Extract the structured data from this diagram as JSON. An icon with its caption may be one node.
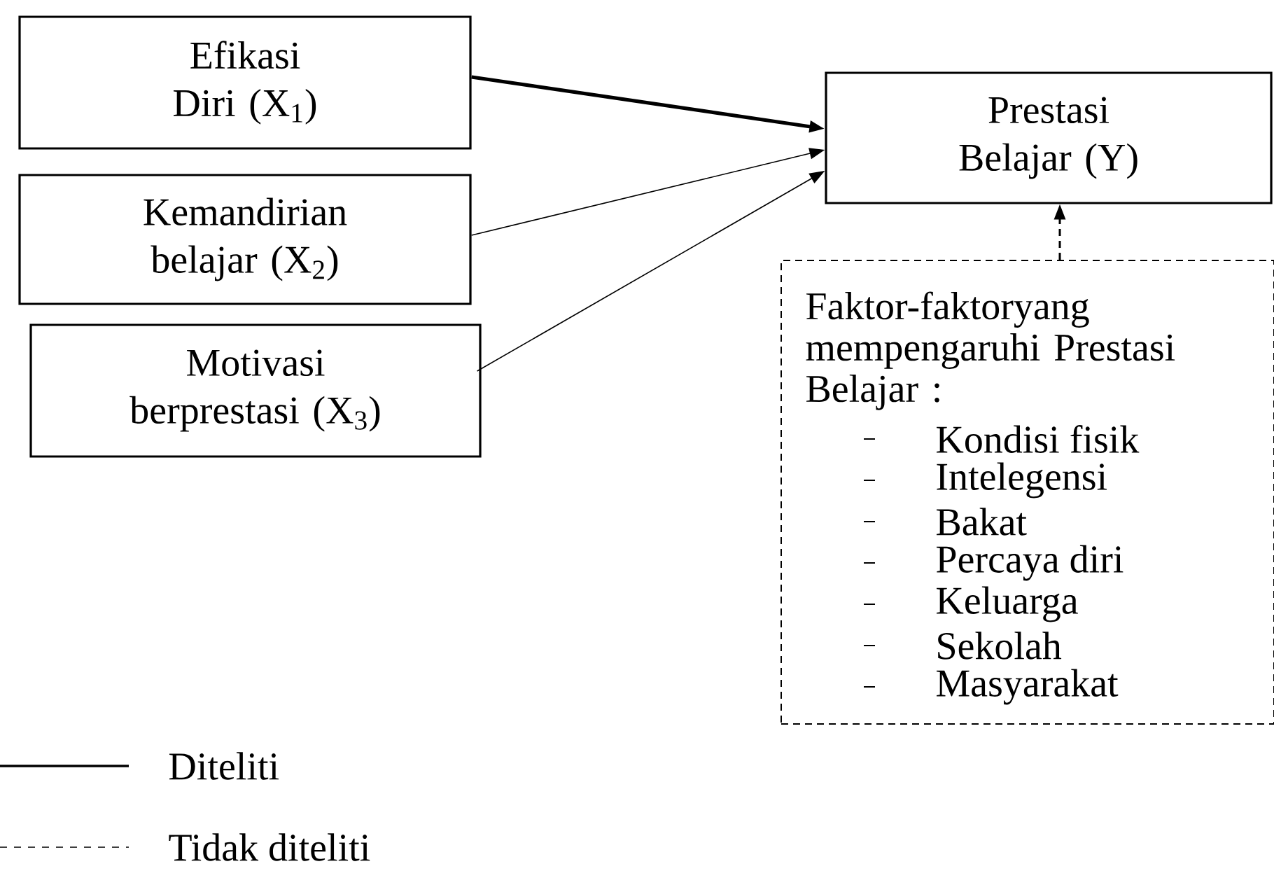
{
  "diagram": {
    "nodes": [
      {
        "text": [
          "Efikasi Diri (X$_{1}$)"
        ]
      },
      {
        "text": [
          "Kemandirian belajar (X$_{2}$)"
        ]
      },
      {
        "text": [
          "Motivasi berprestasi (X$_{3}$)"
        ]
      },
      {
        "text": [
          "Prestasi Belajar (Y)"
        ]
      },
      {
        "text": [
          "Faktor-faktoryang mempengaruhi Prestasi Belajar :",
          "Kondisi fisik",
          "Intelegensi",
          "Bakat",
          "Percaya diri",
          "Keluarga",
          "Sekolah",
          "Masyarakat"
        ]
      }
    ],
    "edges": [
      {
        "from": 0,
        "to": 3,
        "arrow": "to",
        "style": "thick"
      },
      {
        "from": 1,
        "to": 3,
        "arrow": "to"
      },
      {
        "from": 2,
        "to": 3,
        "arrow": "to"
      },
      {
        "from": 4,
        "to": 3,
        "arrow": "to",
        "style": "dashed"
      }
    ],
    "legend": [
      {
        "text": "Diteliti"
      },
      {
        "text": "Tidak diteliti"
      }
    ]
  }
}
